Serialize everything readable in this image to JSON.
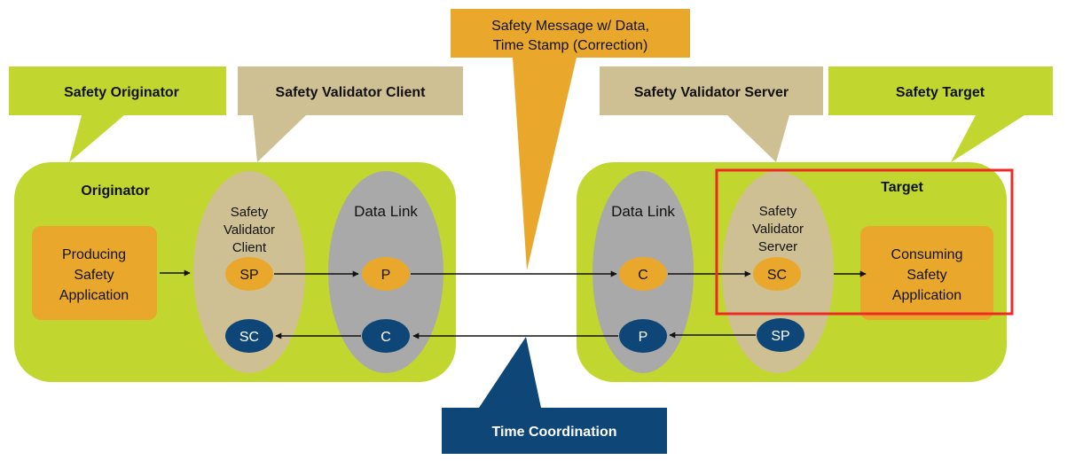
{
  "colors": {
    "lime": "#c1d72f",
    "tan": "#cfc093",
    "gray": "#a9a9a9",
    "orange": "#e9a82c",
    "navy": "#0d4677",
    "highlight": "#ee2a24",
    "arrow": "#111111"
  },
  "callouts": {
    "safety_originator": "Safety Originator",
    "safety_validator_client": "Safety Validator Client",
    "safety_message": [
      "Safety Message w/ Data,",
      "Time Stamp (Correction)"
    ],
    "safety_validator_server": "Safety Validator Server",
    "safety_target": "Safety Target",
    "time_coordination": "Time Coordination"
  },
  "originator": {
    "title": "Originator",
    "application": [
      "Producing",
      "Safety",
      "Application"
    ],
    "validator": [
      "Safety",
      "Validator",
      "Client"
    ],
    "data_link": "Data Link",
    "nodes": {
      "sp": "SP",
      "sc": "SC",
      "p": "P",
      "c": "C"
    }
  },
  "target": {
    "title": "Target",
    "application": [
      "Consuming",
      "Safety",
      "Application"
    ],
    "validator": [
      "Safety",
      "Validator",
      "Server"
    ],
    "data_link": "Data Link",
    "nodes": {
      "c": "C",
      "p": "P",
      "sc": "SC",
      "sp": "SP"
    }
  }
}
